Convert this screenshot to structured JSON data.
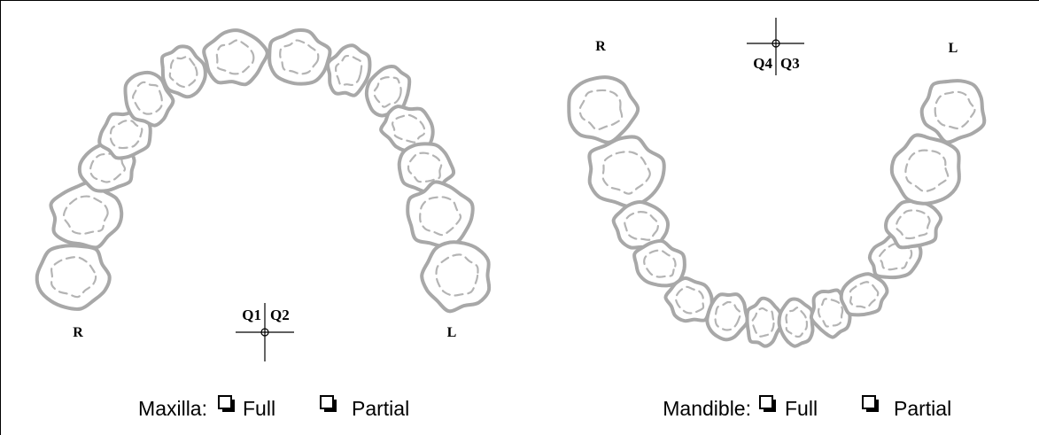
{
  "maxilla": {
    "label": "Maxilla:",
    "side_right": "R",
    "side_left": "L",
    "quadrant_left": "Q1",
    "quadrant_right": "Q2",
    "option_full": "Full",
    "option_partial": "Partial"
  },
  "mandible": {
    "label": "Mandible:",
    "side_right": "R",
    "side_left": "L",
    "quadrant_left": "Q4",
    "quadrant_right": "Q3",
    "option_full": "Full",
    "option_partial": "Partial"
  },
  "colors": {
    "tooth_outline": "#a8a8a8",
    "text": "#000000"
  }
}
